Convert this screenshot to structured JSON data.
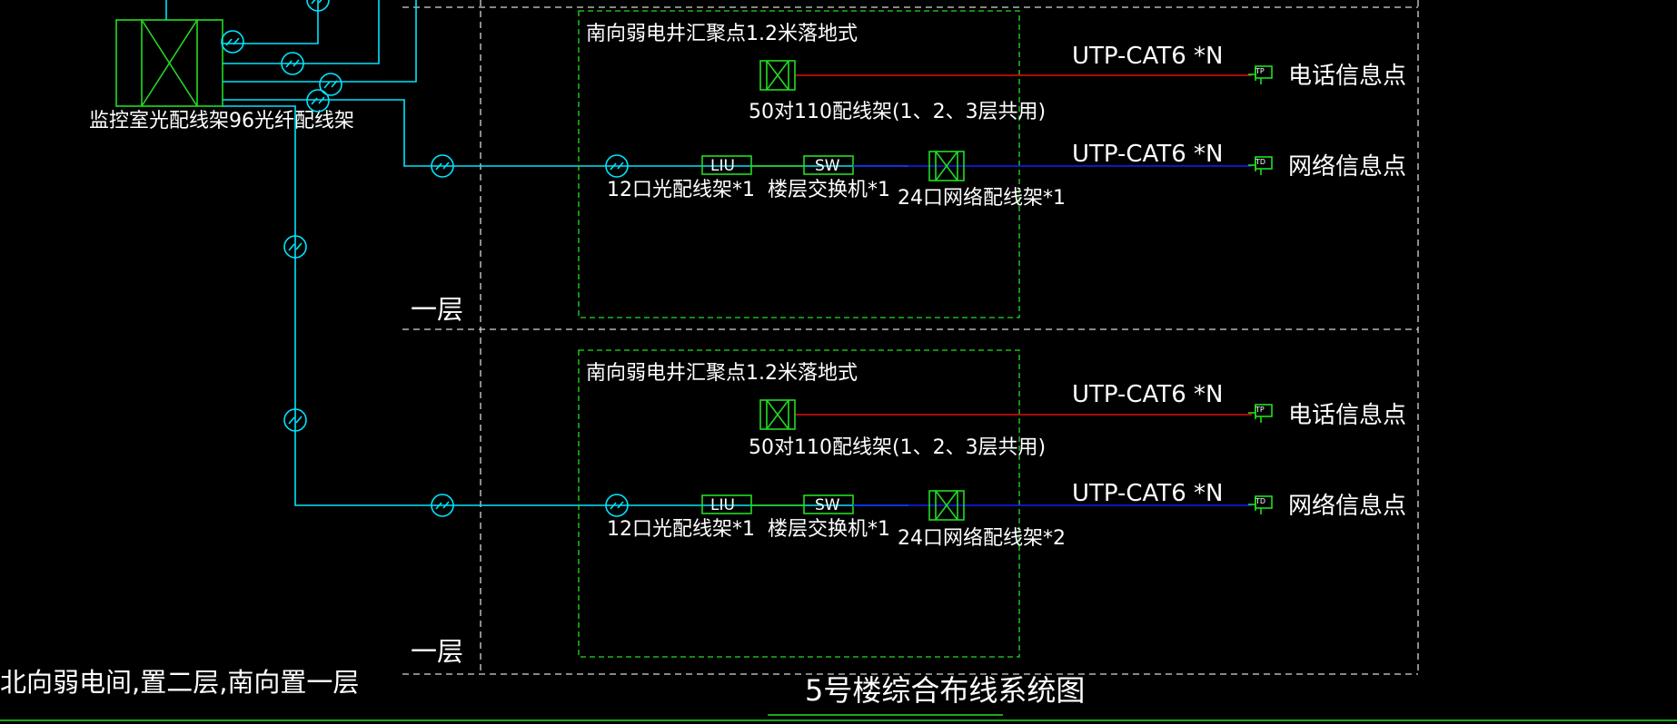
{
  "colors": {
    "background": "#000000",
    "fiber": "#00e5ff",
    "phone_line": "#e01010",
    "network_line": "#1020ff",
    "box_dashed": "#22dd22",
    "floor_dashed": "#d8d8d8",
    "equipment": "#22dd22",
    "text": "#ffffff",
    "outlet": "#22dd22"
  },
  "main_rack_label": "监控室光配线架96光纤配线架",
  "bottom_note": "北向弱电间,置二层,南向置一层",
  "drawing_title": "5号楼综合布线系统图",
  "floors": [
    {
      "floor_label": "一层",
      "box_title": "南向弱电井汇聚点1.2米落地式",
      "phone_patch_label": "50对110配线架(1、2、3层共用)",
      "phone_cable": "UTP-CAT6  *N",
      "phone_outlet_code": "TP",
      "phone_point": "电话信息点",
      "liu_code": "LIU",
      "fiber_panel_label": "12口光配线架*1",
      "switch_code": "SW",
      "switch_label": "楼层交换机*1",
      "network_patch_label": "24口网络配线架*1",
      "network_cable": "UTP-CAT6  *N",
      "network_outlet_code": "TD",
      "network_point": "网络信息点"
    },
    {
      "floor_label": "一层",
      "box_title": "南向弱电井汇聚点1.2米落地式",
      "phone_patch_label": "50对110配线架(1、2、3层共用)",
      "phone_cable": "UTP-CAT6  *N",
      "phone_outlet_code": "TP",
      "phone_point": "电话信息点",
      "liu_code": "LIU",
      "fiber_panel_label": "12口光配线架*1",
      "switch_code": "SW",
      "switch_label": "楼层交换机*1",
      "network_patch_label": "24口网络配线架*2",
      "network_cable": "UTP-CAT6  *N",
      "network_outlet_code": "TD",
      "network_point": "网络信息点"
    }
  ]
}
